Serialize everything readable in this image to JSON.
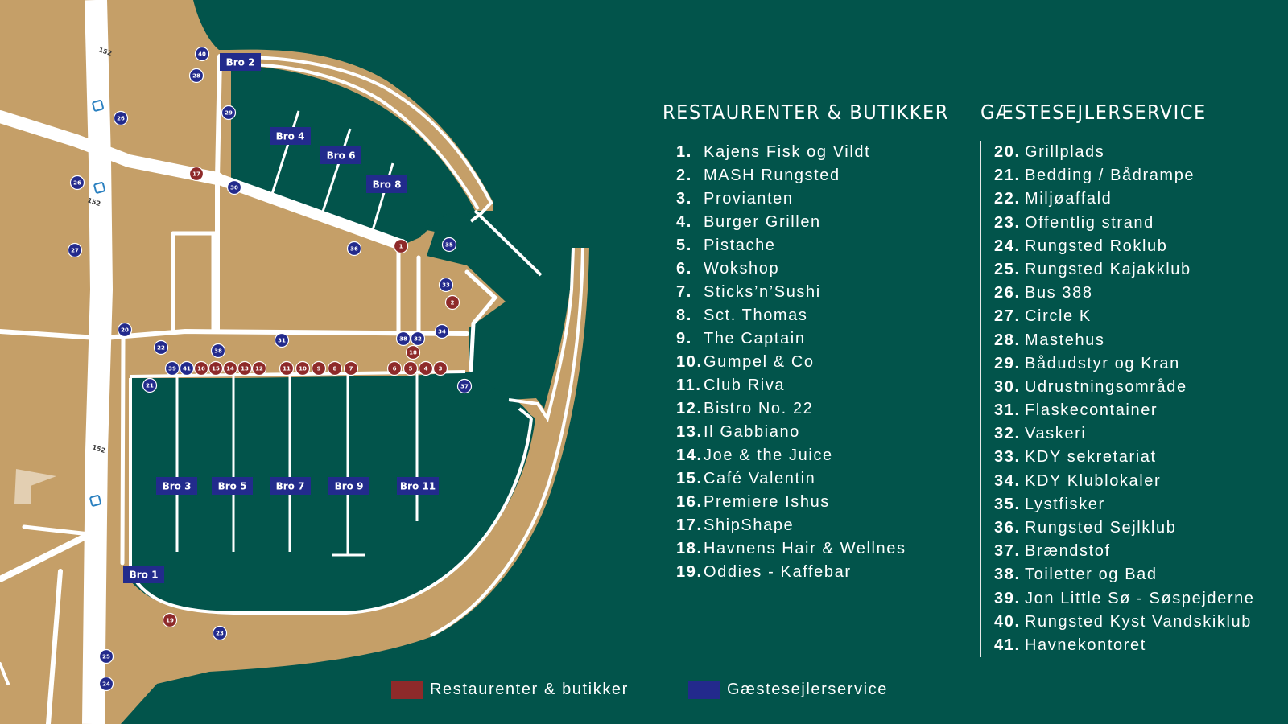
{
  "colors": {
    "water": "#02544b",
    "land": "#c59f68",
    "road": "#ffffff",
    "restaurant": "#8e2a2a",
    "service": "#232a8c"
  },
  "map": {
    "road_labels": [
      "152",
      "152",
      "152"
    ],
    "piers": [
      {
        "id": "bro2",
        "label": "Bro 2"
      },
      {
        "id": "bro4",
        "label": "Bro 4"
      },
      {
        "id": "bro6",
        "label": "Bro 6"
      },
      {
        "id": "bro8",
        "label": "Bro 8"
      },
      {
        "id": "bro3",
        "label": "Bro 3"
      },
      {
        "id": "bro5",
        "label": "Bro 5"
      },
      {
        "id": "bro7",
        "label": "Bro 7"
      },
      {
        "id": "bro9",
        "label": "Bro 9"
      },
      {
        "id": "bro11",
        "label": "Bro 11"
      },
      {
        "id": "bro1",
        "label": "Bro 1"
      }
    ],
    "markers": [
      {
        "n": "1",
        "t": "r"
      },
      {
        "n": "2",
        "t": "r"
      },
      {
        "n": "3",
        "t": "r"
      },
      {
        "n": "4",
        "t": "r"
      },
      {
        "n": "5",
        "t": "r"
      },
      {
        "n": "6",
        "t": "r"
      },
      {
        "n": "7",
        "t": "r"
      },
      {
        "n": "8",
        "t": "r"
      },
      {
        "n": "9",
        "t": "r"
      },
      {
        "n": "10",
        "t": "r"
      },
      {
        "n": "11",
        "t": "r"
      },
      {
        "n": "12",
        "t": "r"
      },
      {
        "n": "13",
        "t": "r"
      },
      {
        "n": "14",
        "t": "r"
      },
      {
        "n": "15",
        "t": "r"
      },
      {
        "n": "16",
        "t": "r"
      },
      {
        "n": "17",
        "t": "r"
      },
      {
        "n": "18",
        "t": "r"
      },
      {
        "n": "19",
        "t": "r"
      },
      {
        "n": "20",
        "t": "b"
      },
      {
        "n": "21",
        "t": "b"
      },
      {
        "n": "22",
        "t": "b"
      },
      {
        "n": "23",
        "t": "b"
      },
      {
        "n": "24",
        "t": "b"
      },
      {
        "n": "25",
        "t": "b"
      },
      {
        "n": "26",
        "t": "b"
      },
      {
        "n": "26",
        "t": "b"
      },
      {
        "n": "27",
        "t": "b"
      },
      {
        "n": "28",
        "t": "b"
      },
      {
        "n": "29",
        "t": "b"
      },
      {
        "n": "30",
        "t": "b"
      },
      {
        "n": "31",
        "t": "b"
      },
      {
        "n": "32",
        "t": "b"
      },
      {
        "n": "33",
        "t": "b"
      },
      {
        "n": "34",
        "t": "b"
      },
      {
        "n": "35",
        "t": "b"
      },
      {
        "n": "36",
        "t": "b"
      },
      {
        "n": "37",
        "t": "b"
      },
      {
        "n": "38",
        "t": "b"
      },
      {
        "n": "38",
        "t": "b"
      },
      {
        "n": "39",
        "t": "b"
      },
      {
        "n": "40",
        "t": "b"
      },
      {
        "n": "41",
        "t": "b"
      }
    ]
  },
  "restaurants": {
    "title": "RESTAURENTER & BUTIKKER",
    "items": [
      {
        "num": "1.",
        "name": "Kajens Fisk og Vildt"
      },
      {
        "num": "2.",
        "name": "MASH Rungsted"
      },
      {
        "num": "3.",
        "name": "Provianten"
      },
      {
        "num": "4.",
        "name": "Burger Grillen"
      },
      {
        "num": "5.",
        "name": "Pistache"
      },
      {
        "num": "6.",
        "name": "Wokshop"
      },
      {
        "num": "7.",
        "name": "Sticks’n’Sushi"
      },
      {
        "num": "8.",
        "name": "Sct. Thomas"
      },
      {
        "num": "9.",
        "name": "The Captain"
      },
      {
        "num": "10.",
        "name": "Gumpel & Co"
      },
      {
        "num": "11.",
        "name": "Club Riva"
      },
      {
        "num": "12.",
        "name": "Bistro No. 22"
      },
      {
        "num": "13.",
        "name": "Il Gabbiano"
      },
      {
        "num": "14.",
        "name": "Joe & the Juice"
      },
      {
        "num": "15.",
        "name": "Café Valentin"
      },
      {
        "num": "16.",
        "name": "Premiere Ishus"
      },
      {
        "num": "17.",
        "name": "ShipShape"
      },
      {
        "num": "18.",
        "name": "Havnens Hair & Wellnes"
      },
      {
        "num": "19.",
        "name": "Oddies - Kaffebar"
      }
    ]
  },
  "service": {
    "title": "GÆSTESEJLERSERVICE",
    "items": [
      {
        "num": "20.",
        "name": "Grillplads"
      },
      {
        "num": "21.",
        "name": "Bedding / Bådrampe"
      },
      {
        "num": "22.",
        "name": "Miljøaffald"
      },
      {
        "num": "23.",
        "name": "Offentlig strand"
      },
      {
        "num": "24.",
        "name": "Rungsted Roklub"
      },
      {
        "num": "25.",
        "name": "Rungsted Kajakklub"
      },
      {
        "num": "26.",
        "name": "Bus 388"
      },
      {
        "num": "27.",
        "name": "Circle K"
      },
      {
        "num": "28.",
        "name": "Mastehus"
      },
      {
        "num": "29.",
        "name": "Bådudstyr og Kran"
      },
      {
        "num": "30.",
        "name": "Udrustningsområde"
      },
      {
        "num": "31.",
        "name": "Flaskecontainer"
      },
      {
        "num": "32.",
        "name": "Vaskeri"
      },
      {
        "num": "33.",
        "name": "KDY sekretariat"
      },
      {
        "num": "34.",
        "name": "KDY Klublokaler"
      },
      {
        "num": "35.",
        "name": "Lystfisker"
      },
      {
        "num": "36.",
        "name": "Rungsted Sejlklub"
      },
      {
        "num": "37.",
        "name": "Brændstof"
      },
      {
        "num": "38.",
        "name": "Toiletter og Bad"
      },
      {
        "num": "39.",
        "name": "Jon Little Sø - Søspejderne"
      },
      {
        "num": "40.",
        "name": "Rungsted Kyst Vandskiklub"
      },
      {
        "num": "41.",
        "name": "Havnekontoret"
      }
    ]
  },
  "legend": {
    "restaurants_label": "Restaurenter & butikker",
    "service_label": "Gæstesejlerservice"
  }
}
